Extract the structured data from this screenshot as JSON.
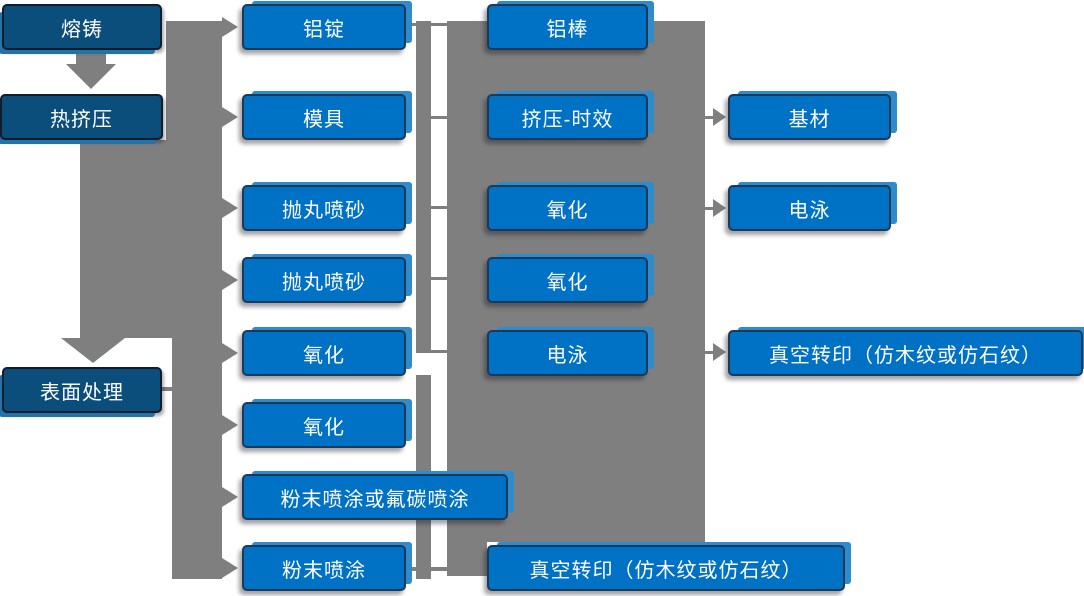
{
  "columns": [
    {
      "name": "process-stages",
      "items": [
        "熔铸",
        "热挤压",
        "表面处理"
      ]
    },
    {
      "name": "casting-line-steps",
      "items": [
        "铝锭",
        "模具",
        "抛丸喷砂",
        "抛丸喷砂",
        "氧化",
        "氧化",
        "粉末喷涂或氟碳喷涂",
        "粉末喷涂"
      ]
    },
    {
      "name": "extrusion-line-steps",
      "items": [
        "铝棒",
        "挤压-时效",
        "氧化",
        "氧化",
        "电泳",
        "真空转印（仿木纹或仿石纹）"
      ]
    },
    {
      "name": "finish-outputs",
      "items": [
        "基材",
        "电泳",
        "真空转印（仿木纹或仿石纹）"
      ]
    }
  ],
  "colors": {
    "primary_box": "#0B4E7C",
    "secondary_box": "#0072C5",
    "secondary_highlight": "#2E8CCD",
    "primary_highlight": "#2273A9",
    "connector": "#7F7F7F",
    "text": "#FFFFFF",
    "background": "#FFFFFF"
  }
}
